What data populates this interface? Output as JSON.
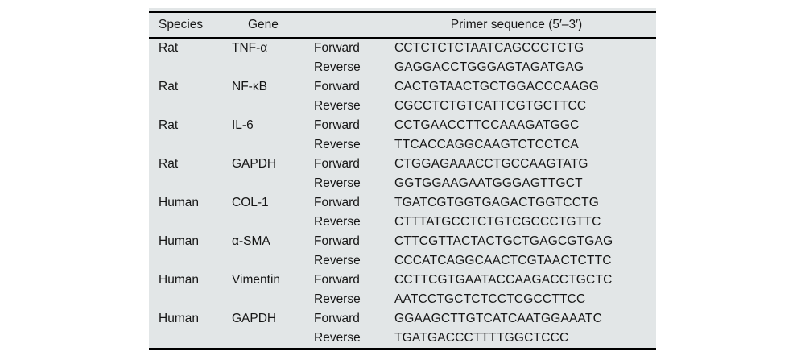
{
  "table": {
    "headers": {
      "species": "Species",
      "gene": "Gene",
      "primer": "Primer sequence (5′–3′)"
    },
    "direction_labels": {
      "forward": "Forward",
      "reverse": "Reverse"
    },
    "rows": [
      {
        "species": "Rat",
        "gene": "TNF-α",
        "forward": "CCTCTCTCTAATCAGCCCTCTG",
        "reverse": "GAGGACCTGGGAGTAGATGAG"
      },
      {
        "species": "Rat",
        "gene": "NF-κB",
        "forward": "CACTGTAACTGCTGGACCCAAGG",
        "reverse": "CGCCTCTGTCATTCGTGCTTCC"
      },
      {
        "species": "Rat",
        "gene": "IL-6",
        "forward": "CCTGAACCTTCCAAAGATGGC",
        "reverse": "TTCACCAGGCAAGTCTCCTCA"
      },
      {
        "species": "Rat",
        "gene": "GAPDH",
        "forward": "CTGGAGAAACCTGCCAAGTATG",
        "reverse": "GGTGGAAGAATGGGAGTTGCT"
      },
      {
        "species": "Human",
        "gene": "COL-1",
        "forward": "TGATCGTGGTGAGACTGGTCCTG",
        "reverse": "CTTTATGCCTCTGTCGCCCTGTTC"
      },
      {
        "species": "Human",
        "gene": "α-SMA",
        "forward": "CTTCGTTACTACTGCTGAGCGTGAG",
        "reverse": "CCCATCAGGCAACTCGTAACTCTTC"
      },
      {
        "species": "Human",
        "gene": "Vimentin",
        "forward": "CCTTCGTGAATACCAAGACCTGCTC",
        "reverse": "AATCCTGCTCTCCTCGCCTTCC"
      },
      {
        "species": "Human",
        "gene": "GAPDH",
        "forward": "GGAAGCTTGTCATCAATGGAAATC",
        "reverse": "TGATGACCCTTTTGGCTCCC"
      }
    ]
  },
  "colors": {
    "table_background": "#e2e6e7",
    "rule": "#000000",
    "text": "#161616",
    "page_background": "#ffffff"
  }
}
